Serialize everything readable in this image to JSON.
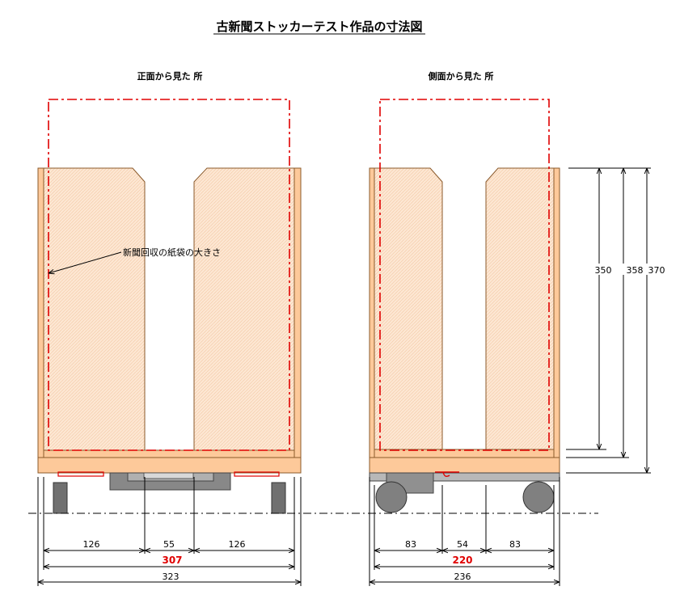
{
  "title": "古新聞ストッカーテスト作品の寸法図",
  "views": {
    "front": "正面から見た 所",
    "side": "側面から見た 所"
  },
  "annotation": "新聞回収の紙袋の大きさ",
  "dimensions": {
    "front": {
      "left": "126",
      "middle": "55",
      "right": "126",
      "inner": "307",
      "outer": "323"
    },
    "side": {
      "left": "83",
      "middle": "54",
      "right": "83",
      "inner": "220",
      "outer": "236"
    },
    "heights": {
      "h1": "350",
      "h2": "358",
      "h3": "370"
    }
  },
  "colors": {
    "wood": "#fdc99a",
    "wood_outline": "#8b5a2b",
    "paper_fill": "#fbe6d2",
    "bag_outline": "#e00000",
    "hardware": "#888888",
    "wheel": "#808080",
    "dim_red": "#e00000"
  }
}
